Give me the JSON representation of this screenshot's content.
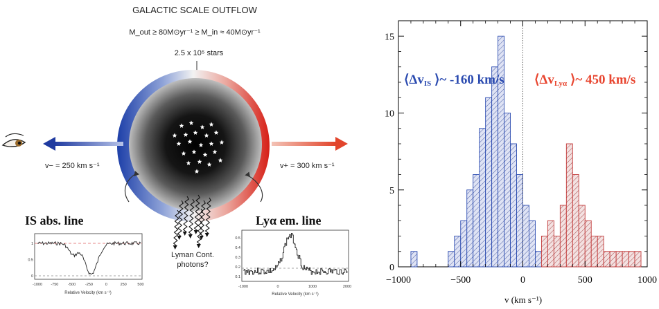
{
  "diagram": {
    "title": "GALACTIC SCALE OUTFLOW",
    "mass_rates": "M_out ≥ 80M⊙yr⁻¹ ≥ M_in ≈ 40M⊙yr⁻¹",
    "stars_label": "2.5 x 10⁵ stars",
    "v_minus": "v− = 250 km s⁻¹",
    "v_plus": "v+ = 300 km s⁻¹",
    "is_label": "IS abs. line",
    "lya_label": "Lyα em. line",
    "lyman_label_1": "Lyman Cont.",
    "lyman_label_2": "photons?",
    "colors": {
      "blue": "#2b4bb0",
      "red": "#e03a2a"
    }
  },
  "inset_is": {
    "xlabel": "Relative Velocity (km s⁻¹)",
    "x_ticks": [
      "-1000",
      "-750",
      "-500",
      "-250",
      "0",
      "250",
      "500"
    ],
    "y_ticks": [
      "0",
      "0.5",
      "1"
    ]
  },
  "inset_lya": {
    "xlabel": "Relative Velocity (km s⁻¹)",
    "x_ticks": [
      "-1000",
      "0",
      "1000",
      "2000"
    ],
    "y_ticks": [
      "0.1",
      "0.2",
      "0.3",
      "0.4",
      "0.5"
    ]
  },
  "chart_data": {
    "type": "bar",
    "xlabel": "v (km s⁻¹)",
    "xlim": [
      -1000,
      1000
    ],
    "ylim": [
      0,
      16
    ],
    "x_ticks": [
      "−1000",
      "−500",
      "0",
      "500",
      "1000"
    ],
    "y_ticks": [
      "0",
      "5",
      "10",
      "15"
    ],
    "bin_width": 50,
    "series": [
      {
        "name": "⟨Δv_IS⟩~ -160 km/s",
        "color": "#2b4bb0",
        "bins": [
          {
            "x0": -900,
            "v": 1
          },
          {
            "x0": -600,
            "v": 1
          },
          {
            "x0": -550,
            "v": 2
          },
          {
            "x0": -500,
            "v": 3
          },
          {
            "x0": -450,
            "v": 5
          },
          {
            "x0": -400,
            "v": 6
          },
          {
            "x0": -350,
            "v": 9
          },
          {
            "x0": -300,
            "v": 11
          },
          {
            "x0": -250,
            "v": 13
          },
          {
            "x0": -200,
            "v": 15
          },
          {
            "x0": -150,
            "v": 10
          },
          {
            "x0": -100,
            "v": 8
          },
          {
            "x0": -50,
            "v": 6
          },
          {
            "x0": 0,
            "v": 4
          },
          {
            "x0": 50,
            "v": 3
          },
          {
            "x0": 100,
            "v": 1
          }
        ]
      },
      {
        "name": "⟨Δv_Lyα⟩~ 450 km/s",
        "color": "#c23a3a",
        "bins": [
          {
            "x0": 150,
            "v": 2
          },
          {
            "x0": 200,
            "v": 3
          },
          {
            "x0": 250,
            "v": 2
          },
          {
            "x0": 300,
            "v": 4
          },
          {
            "x0": 350,
            "v": 8
          },
          {
            "x0": 400,
            "v": 6
          },
          {
            "x0": 450,
            "v": 4
          },
          {
            "x0": 500,
            "v": 3
          },
          {
            "x0": 550,
            "v": 2
          },
          {
            "x0": 600,
            "v": 2
          },
          {
            "x0": 650,
            "v": 1
          },
          {
            "x0": 700,
            "v": 1
          },
          {
            "x0": 750,
            "v": 1
          },
          {
            "x0": 800,
            "v": 1
          },
          {
            "x0": 850,
            "v": 1
          },
          {
            "x0": 900,
            "v": 1
          }
        ]
      }
    ],
    "legend_colors": {
      "is": "#2b4bb0",
      "lya": "#e8452f"
    }
  }
}
